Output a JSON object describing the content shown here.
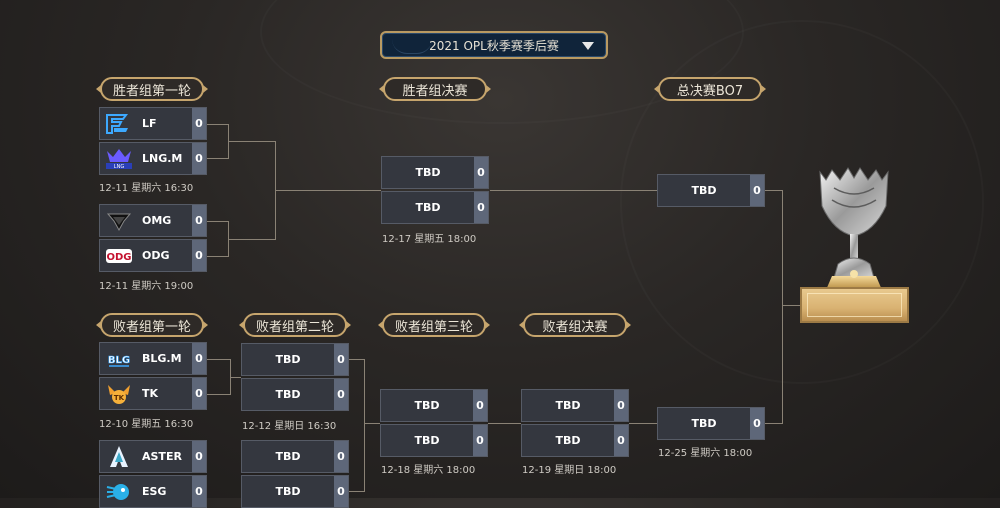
{
  "header": {
    "title": "2021 OPL秋季赛季后赛"
  },
  "stages": {
    "winners_r1": "胜者组第一轮",
    "winners_final": "胜者组决赛",
    "grand_final": "总决赛BO7",
    "losers_r1": "败者组第一轮",
    "losers_r2": "败者组第二轮",
    "losers_r3": "败者组第三轮",
    "losers_final": "败者组决赛"
  },
  "teams": [
    {
      "name": "LF",
      "score": "0",
      "logo": "lf-logo-icon"
    },
    {
      "name": "LNG.M",
      "score": "0",
      "logo": "lng-logo-icon"
    },
    {
      "name": "OMG",
      "score": "0",
      "logo": "omg-logo-icon"
    },
    {
      "name": "ODG",
      "score": "0",
      "logo": "odg-logo-icon"
    },
    {
      "name": "BLG.M",
      "score": "0",
      "logo": "blg-logo-icon"
    },
    {
      "name": "TK",
      "score": "0",
      "logo": "tk-logo-icon"
    },
    {
      "name": "ASTER",
      "score": "0",
      "logo": "aster-logo-icon"
    },
    {
      "name": "ESG",
      "score": "0",
      "logo": "esg-logo-icon"
    }
  ],
  "tbd": [
    {
      "name": "TBD",
      "score": "0"
    },
    {
      "name": "TBD",
      "score": "0"
    },
    {
      "name": "TBD",
      "score": "0"
    },
    {
      "name": "TBD",
      "score": "0"
    },
    {
      "name": "TBD",
      "score": "0"
    },
    {
      "name": "TBD",
      "score": "0"
    },
    {
      "name": "TBD",
      "score": "0"
    },
    {
      "name": "TBD",
      "score": "0"
    },
    {
      "name": "TBD",
      "score": "0"
    },
    {
      "name": "TBD",
      "score": "0"
    },
    {
      "name": "TBD",
      "score": "0"
    },
    {
      "name": "TBD",
      "score": "0"
    }
  ],
  "dates": {
    "w1a": "12-11 星期六 16:30",
    "w1b": "12-11 星期六 19:00",
    "wf": "12-17 星期五 18:00",
    "l1a": "12-10 星期五 16:30",
    "l2a": "12-12 星期日 16:30",
    "l3": "12-18 星期六 18:00",
    "lf": "12-19 星期日 18:00",
    "gf": "12-25 星期六 18:00"
  },
  "colors": {
    "accent_gold": "#c6a56d",
    "slot_bg": "#34373f",
    "score_bg": "#5e6779",
    "title_bg": "#10243a"
  }
}
